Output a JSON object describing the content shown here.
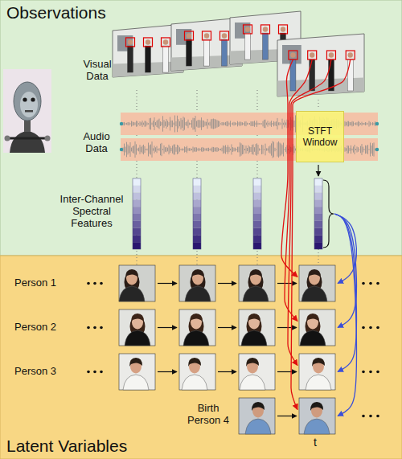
{
  "diagram": {
    "nodes": [
      {
        "text": [
          "Observations"
        ]
      },
      {
        "text": [
          "STFT Window"
        ],
        "in": 0
      },
      {
        "text": [
          "Latent Variables"
        ]
      }
    ],
    "labels": [
      "Visual Data",
      "Audio Data",
      "Inter-Channel Spectral Features",
      "Person 1",
      "Person 2",
      "Person 3",
      "Birth Person 4",
      "t"
    ]
  }
}
